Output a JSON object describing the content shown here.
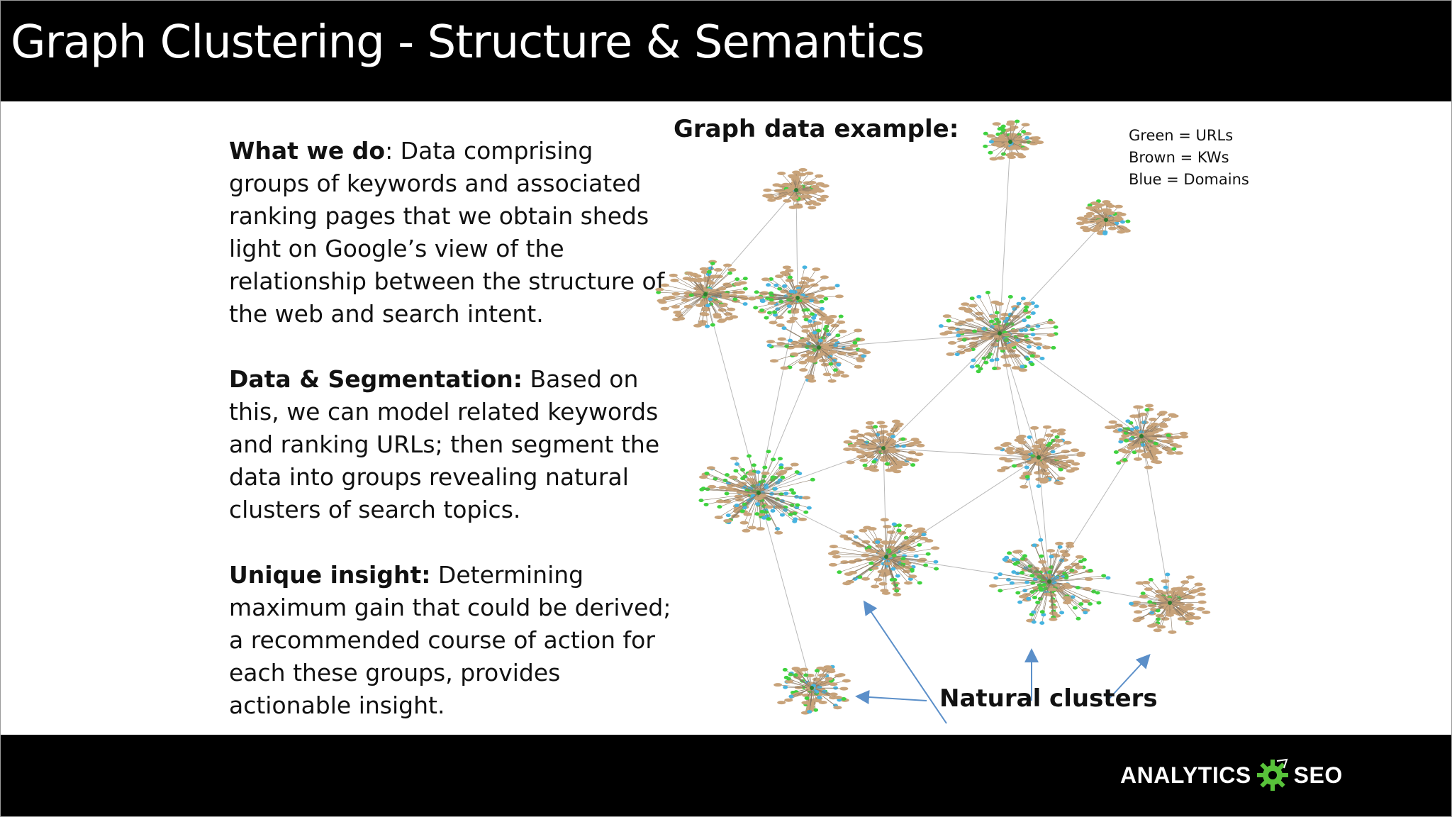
{
  "slide": {
    "title": "Graph Clustering  - Structure & Semantics"
  },
  "left_text": {
    "p1_bold": "What we do",
    "p1_text": ": Data comprising groups of keywords and associated ranking pages that we obtain sheds light on Google’s view of the relationship between the structure of the web and search intent.",
    "p2_bold": "Data & Segmentation:",
    "p2_text": " Based on this, we can model related keywords and ranking URLs; then segment the data into groups revealing natural clusters of search topics.",
    "p3_bold": "Unique insight:",
    "p3_text": " Determining maximum gain that could be derived; a recommended course of action for each these groups, provides actionable insight."
  },
  "graph": {
    "title": "Graph data example:",
    "legend": [
      "Green = URLs",
      "Brown = KWs",
      "Blue = Domains"
    ],
    "annotation": "Natural clusters",
    "colors": {
      "url": "#3fd23f",
      "kw": "#c8a37a",
      "domain": "#47b4e0",
      "edge": "#b9b9b9",
      "arrow": "#5b8fc9"
    }
  },
  "logo": {
    "left": "ANALYTICS",
    "right": "SEO"
  }
}
